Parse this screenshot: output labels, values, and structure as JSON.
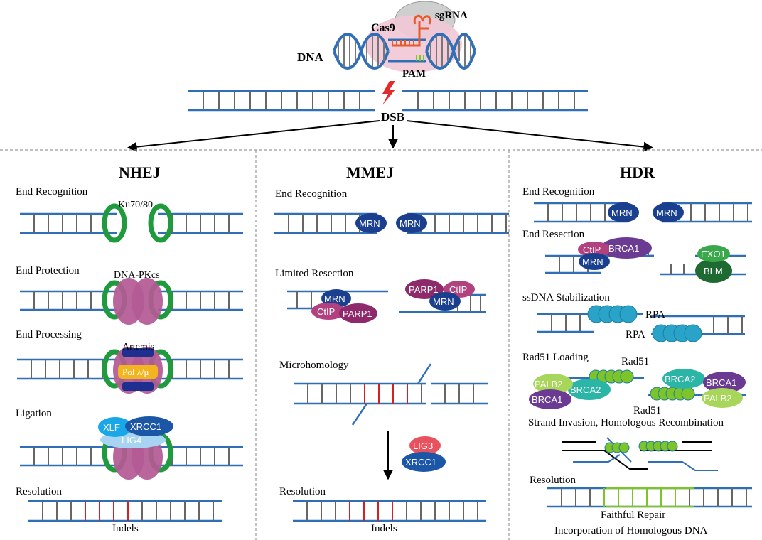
{
  "top": {
    "dna_label": "DNA",
    "cas9_label": "Cas9",
    "sgrna_label": "sgRNA",
    "pam_label": "PAM",
    "dsb_label": "DSB"
  },
  "nhej": {
    "title": "NHEJ",
    "steps": {
      "end_recognition": "End Recognition",
      "end_protection": "End Protection",
      "end_processing": "End Processing",
      "ligation": "Ligation",
      "resolution": "Resolution"
    },
    "proteins": {
      "ku": "Ku70/80",
      "dnapkcs": "DNA-PKcs",
      "artemis": "Artemis",
      "pol": "Pol λ/μ",
      "xlf": "XLF",
      "xrcc1": "XRCC1",
      "lig4": "LIG4"
    },
    "result": "Indels"
  },
  "mmej": {
    "title": "MMEJ",
    "steps": {
      "end_recognition": "End Recognition",
      "limited_resection": "Limited Resection",
      "microhomology": "Microhomology",
      "resolution": "Resolution"
    },
    "proteins": {
      "mrn": "MRN",
      "ctip": "CtIP",
      "parp1": "PARP1",
      "lig3": "LIG3",
      "xrcc1": "XRCC1"
    },
    "result": "Indels"
  },
  "hdr": {
    "title": "HDR",
    "steps": {
      "end_recognition": "End Recognition",
      "end_resection": "End Resection",
      "ssdna_stabilization": "ssDNA Stabilization",
      "rad51_loading": "Rad51 Loading",
      "strand_invasion": "Strand Invasion, Homologous Recombination",
      "resolution": "Resolution"
    },
    "proteins": {
      "mrn": "MRN",
      "ctip": "CtIP",
      "brca1": "BRCA1",
      "exo1": "EXO1",
      "blm": "BLM",
      "rpa": "RPA",
      "rad51": "Rad51",
      "palb2": "PALB2",
      "brca2": "BRCA2"
    },
    "result_1": "Faithful Repair",
    "result_2": "Incorporation of Homologous DNA"
  },
  "colors": {
    "dna_blue": "#2f6fb8",
    "rung_gray": "#666666",
    "indel_red": "#d32020",
    "ku_green": "#1f9a3c",
    "dnapk_pink": "#b45a95",
    "mrn_navy": "#1b3f8f",
    "ctip_magenta": "#b2417f",
    "parp1_purple": "#8e2a6b",
    "brca1_purple": "#6b3a93",
    "rpa_cyan": "#2aa3c9",
    "rad51_lime": "#7dc42b",
    "exo1_green": "#3aa84a",
    "blm_darkgreen": "#1f6a32",
    "xlf_blue": "#1aa7e8",
    "xrcc1_blue": "#1c56a6",
    "lig4_lightblue": "#a6d4f2",
    "lig3_red": "#e8525f",
    "pol_yellow": "#f3b51f",
    "palb2_lime": "#a8d65a",
    "brca2_teal": "#2bb5a6"
  }
}
